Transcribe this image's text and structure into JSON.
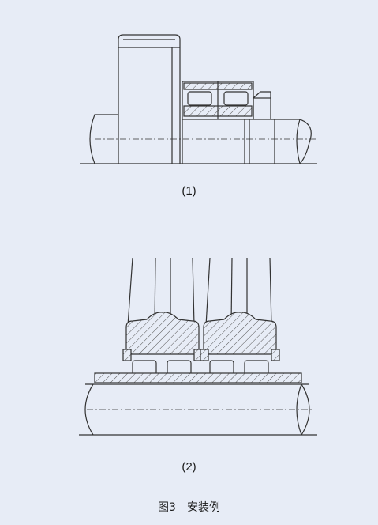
{
  "diagrams": {
    "first": {
      "label": "(1)"
    },
    "second": {
      "label": "(2)"
    }
  },
  "figure": {
    "number": "图3",
    "title": "安装例"
  },
  "colors": {
    "panel": "#e7ecf6",
    "line": "#333333",
    "hatch": "#555555"
  }
}
